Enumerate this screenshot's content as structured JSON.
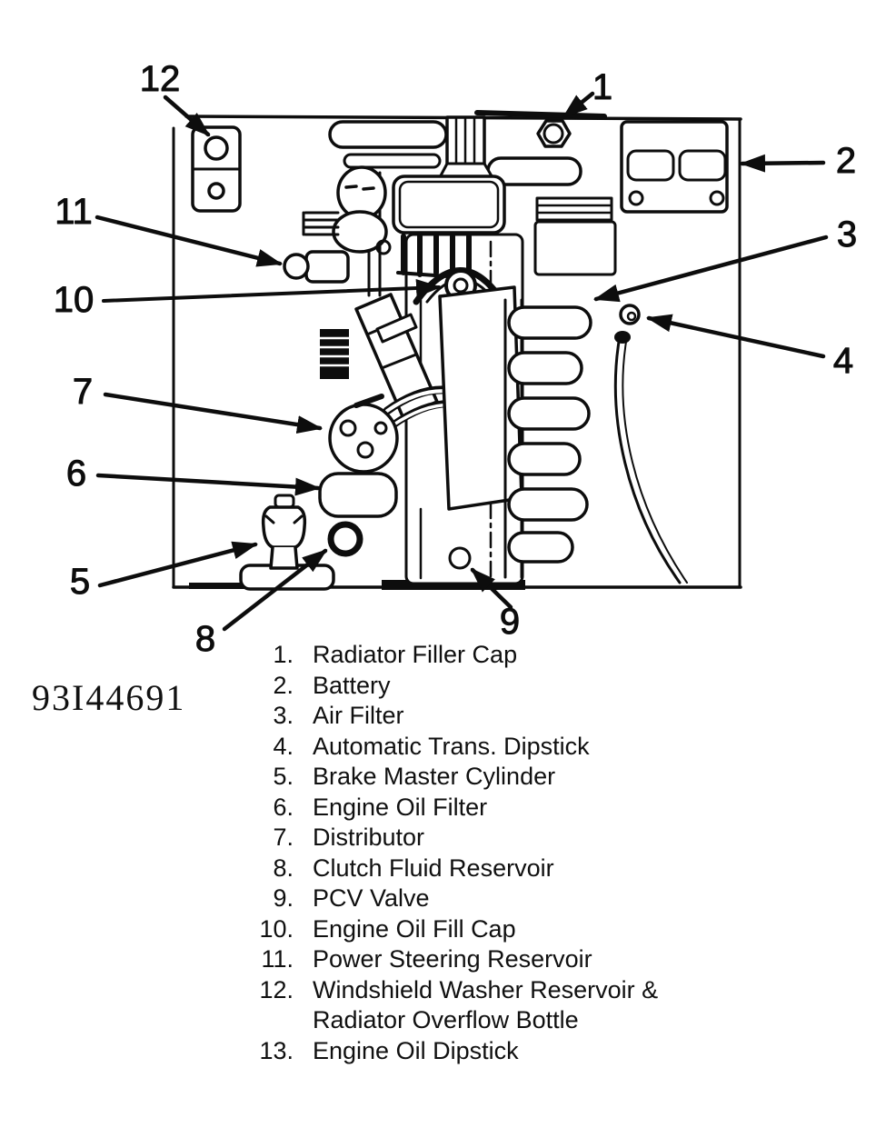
{
  "page": {
    "background_color": "#ffffff",
    "ink_color": "#0d0d0d"
  },
  "figure_code": "93I44691",
  "diagram": {
    "description": "Engine compartment top view line drawing with numbered component callouts",
    "callouts": [
      {
        "num": "1"
      },
      {
        "num": "2"
      },
      {
        "num": "3"
      },
      {
        "num": "4"
      },
      {
        "num": "5"
      },
      {
        "num": "6"
      },
      {
        "num": "7"
      },
      {
        "num": "8"
      },
      {
        "num": "9"
      },
      {
        "num": "10"
      },
      {
        "num": "11"
      },
      {
        "num": "12"
      }
    ]
  },
  "legend": {
    "items": [
      {
        "num": "1.",
        "label": "Radiator Filler Cap"
      },
      {
        "num": "2.",
        "label": "Battery"
      },
      {
        "num": "3.",
        "label": "Air Filter"
      },
      {
        "num": "4.",
        "label": "Automatic Trans. Dipstick"
      },
      {
        "num": "5.",
        "label": "Brake Master Cylinder"
      },
      {
        "num": "6.",
        "label": "Engine Oil Filter"
      },
      {
        "num": "7.",
        "label": "Distributor"
      },
      {
        "num": "8.",
        "label": "Clutch Fluid Reservoir"
      },
      {
        "num": "9.",
        "label": "PCV Valve"
      },
      {
        "num": "10.",
        "label": "Engine Oil Fill Cap"
      },
      {
        "num": "11.",
        "label": "Power Steering Reservoir"
      },
      {
        "num": "12.",
        "label": "Windshield Washer Reservoir &\nRadiator Overflow Bottle"
      },
      {
        "num": "13.",
        "label": "Engine Oil Dipstick"
      }
    ]
  }
}
